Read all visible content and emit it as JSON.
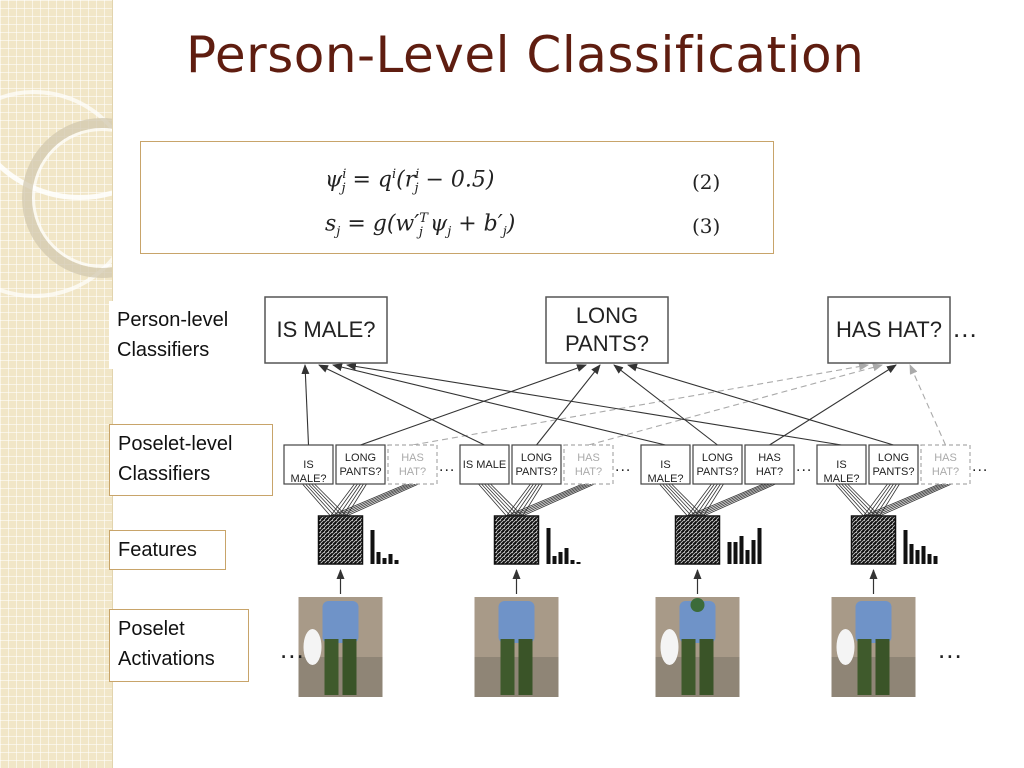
{
  "slide": {
    "title": "Person-Level Classification",
    "equations": [
      {
        "text": "ψ_j^i = q^i (r_j^i − 0.5)",
        "number": "(2)"
      },
      {
        "text": "s_j = g(w′_j^T ψ_j + b′_j)",
        "number": "(3)"
      }
    ],
    "side_labels": [
      "Person-level\nClassifiers",
      "Poselet-level\nClassifiers",
      "Features",
      "Poselet\nActivations"
    ]
  },
  "diagram": {
    "person_classifiers": [
      "IS MALE?",
      "LONG\nPANTS?",
      "HAS HAT?"
    ],
    "person_ellipsis": "...",
    "poselet_groups": [
      {
        "labels": [
          "IS MALE?",
          "LONG\nPANTS?",
          "HAS\nHAT?"
        ],
        "hat_active": false
      },
      {
        "labels": [
          "IS MALE",
          "LONG\nPANTS?",
          "HAS\nHAT?"
        ],
        "hat_active": false
      },
      {
        "labels": [
          "IS MALE?",
          "LONG\nPANTS?",
          "HAS\nHAT?"
        ],
        "hat_active": true
      },
      {
        "labels": [
          "IS MALE?",
          "LONG\nPANTS?",
          "HAS\nHAT?"
        ],
        "hat_active": false
      }
    ],
    "poselet_ellipsis": "...",
    "activation_ellipsis": "...",
    "colors": {
      "title": "#5f1d10",
      "box_border": "#c8a46a",
      "sidebar": "#f1e6c7"
    }
  }
}
